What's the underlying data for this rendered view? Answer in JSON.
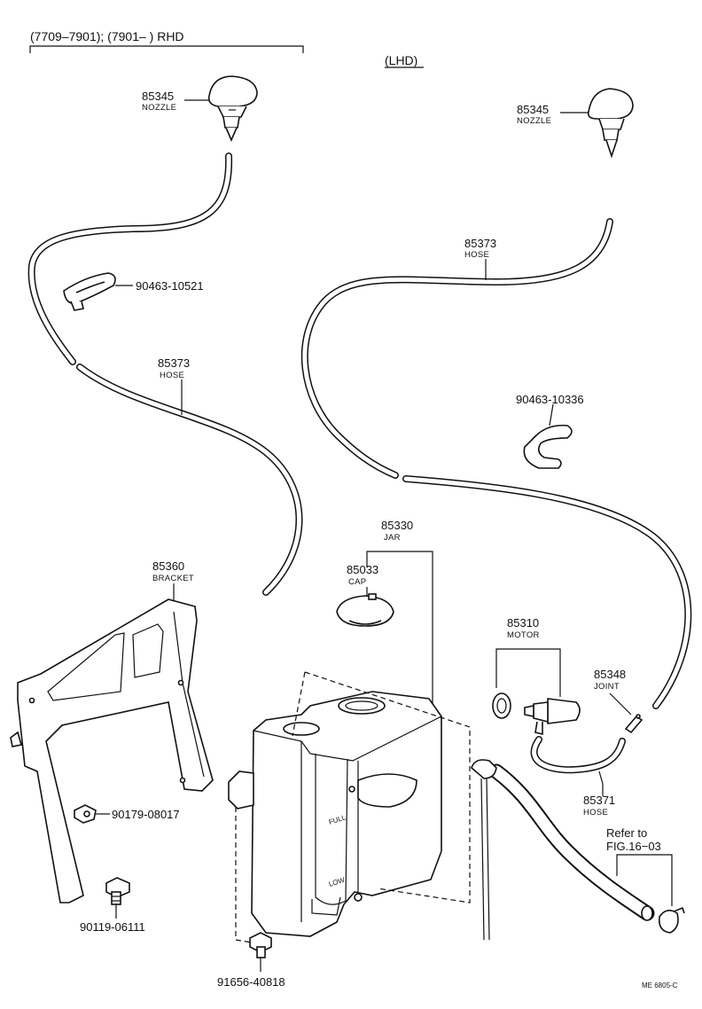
{
  "header": {
    "rhd_title": "(7709–7901);  (7901–        ) RHD",
    "lhd_title": "(LHD)"
  },
  "parts": {
    "nozzle_rhd": {
      "number": "85345",
      "name": "NOZZLE"
    },
    "nozzle_lhd": {
      "number": "85345",
      "name": "NOZZLE"
    },
    "clamp_rhd": {
      "number": "90463-10521"
    },
    "hose_rhd": {
      "number": "85373",
      "name": "HOSE"
    },
    "hose_lhd": {
      "number": "85373",
      "name": "HOSE"
    },
    "clamp_lhd": {
      "number": "90463-10336"
    },
    "jar": {
      "number": "85330",
      "name": "JAR"
    },
    "cap": {
      "number": "85033",
      "name": "CAP"
    },
    "bracket": {
      "number": "85360",
      "name": "BRACKET"
    },
    "motor": {
      "number": "85310",
      "name": "MOTOR"
    },
    "joint": {
      "number": "85348",
      "name": "JOINT"
    },
    "hose_short": {
      "number": "85371",
      "name": "HOSE"
    },
    "screw_a": {
      "number": "90179-08017"
    },
    "bolt_a": {
      "number": "90119-06111"
    },
    "bolt_b": {
      "number": "91656-40818"
    }
  },
  "refer": {
    "line1": "Refer to",
    "line2": "FIG.16−03"
  },
  "jar_markings": {
    "full": "FULL",
    "low": "LOW"
  },
  "footer": {
    "code": "ME  6805-C"
  }
}
